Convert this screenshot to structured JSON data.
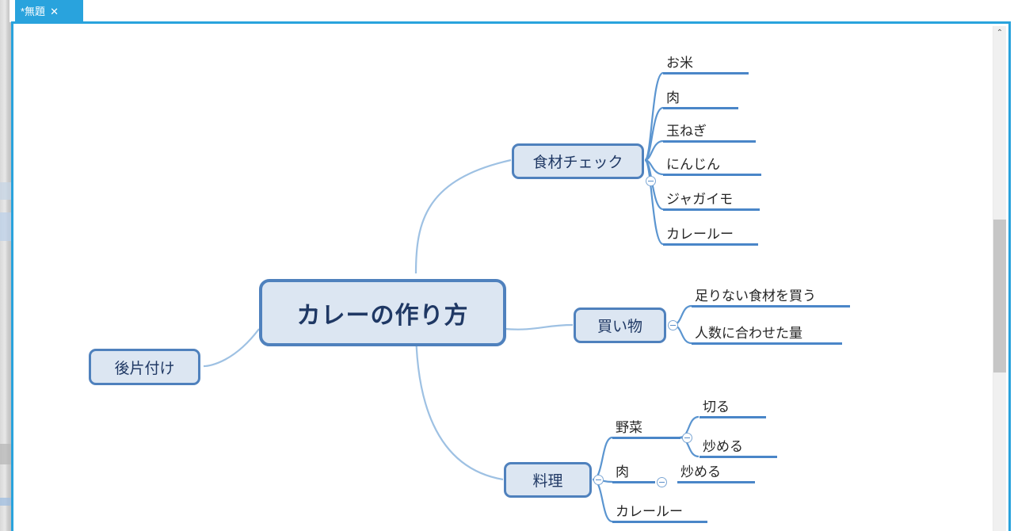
{
  "window": {
    "tab": {
      "title": "*無題",
      "close_label": "✕"
    },
    "scrollbar": {
      "up_arrow": "⌃"
    }
  },
  "mindmap": {
    "root": {
      "label": "カレーの作り方"
    },
    "branches": [
      {
        "label": "食材チェック",
        "collapsible": true,
        "children": [
          {
            "label": "お米"
          },
          {
            "label": "肉"
          },
          {
            "label": "玉ねぎ"
          },
          {
            "label": "にんじん"
          },
          {
            "label": "ジャガイモ"
          },
          {
            "label": "カレールー"
          }
        ]
      },
      {
        "label": "買い物",
        "collapsible": true,
        "children": [
          {
            "label": "足りない食材を買う"
          },
          {
            "label": "人数に合わせた量"
          }
        ]
      },
      {
        "label": "料理",
        "collapsible": true,
        "children": [
          {
            "label": "野菜",
            "collapsible": true,
            "children": [
              {
                "label": "切る"
              },
              {
                "label": "炒める"
              }
            ]
          },
          {
            "label": "肉",
            "collapsible": true,
            "children": [
              {
                "label": "炒める"
              }
            ]
          },
          {
            "label": "カレールー"
          }
        ]
      },
      {
        "label": "後片付け",
        "collapsible": false,
        "children": []
      }
    ]
  },
  "colors": {
    "tab_background": "#29a3dd",
    "node_fill": "#dce6f2",
    "node_border": "#4f81bd",
    "edge": "#9ec1e3",
    "underline": "#4a86c8",
    "root_text": "#1f3864"
  }
}
